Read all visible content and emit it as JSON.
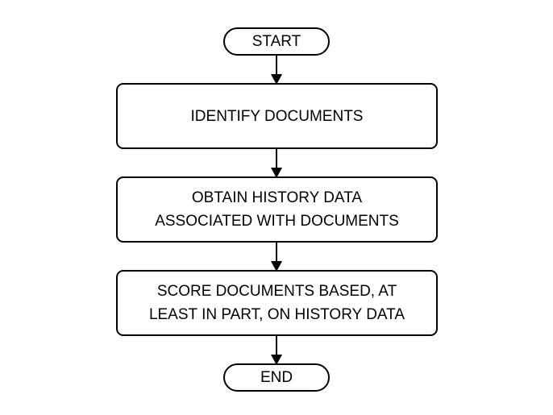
{
  "flowchart": {
    "start_label": "START",
    "steps": [
      {
        "lines": [
          "IDENTIFY DOCUMENTS"
        ]
      },
      {
        "lines": [
          "OBTAIN HISTORY DATA",
          "ASSOCIATED WITH DOCUMENTS"
        ]
      },
      {
        "lines": [
          "SCORE DOCUMENTS BASED, AT",
          "LEAST IN PART, ON HISTORY DATA"
        ]
      }
    ],
    "end_label": "END"
  }
}
